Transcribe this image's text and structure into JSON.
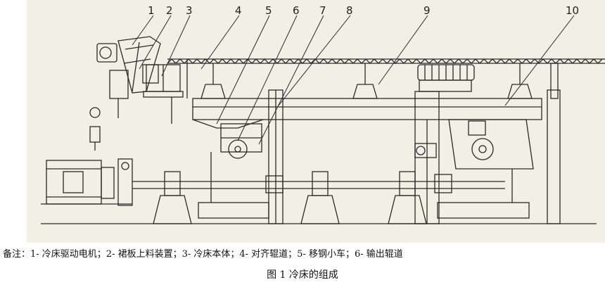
{
  "callouts": [
    "1",
    "2",
    "3",
    "4",
    "5",
    "6",
    "7",
    "8",
    "9",
    "10"
  ],
  "note": "备注：1- 冷床驱动电机；2- 裙板上料装置；3- 冷床本体；4- 对齐辊道；5- 移钢小车；6- 输出辊道",
  "caption": "图 1  冷床的组成",
  "colors": {
    "background": "#f2efe5",
    "line": "#2a2a2a"
  }
}
